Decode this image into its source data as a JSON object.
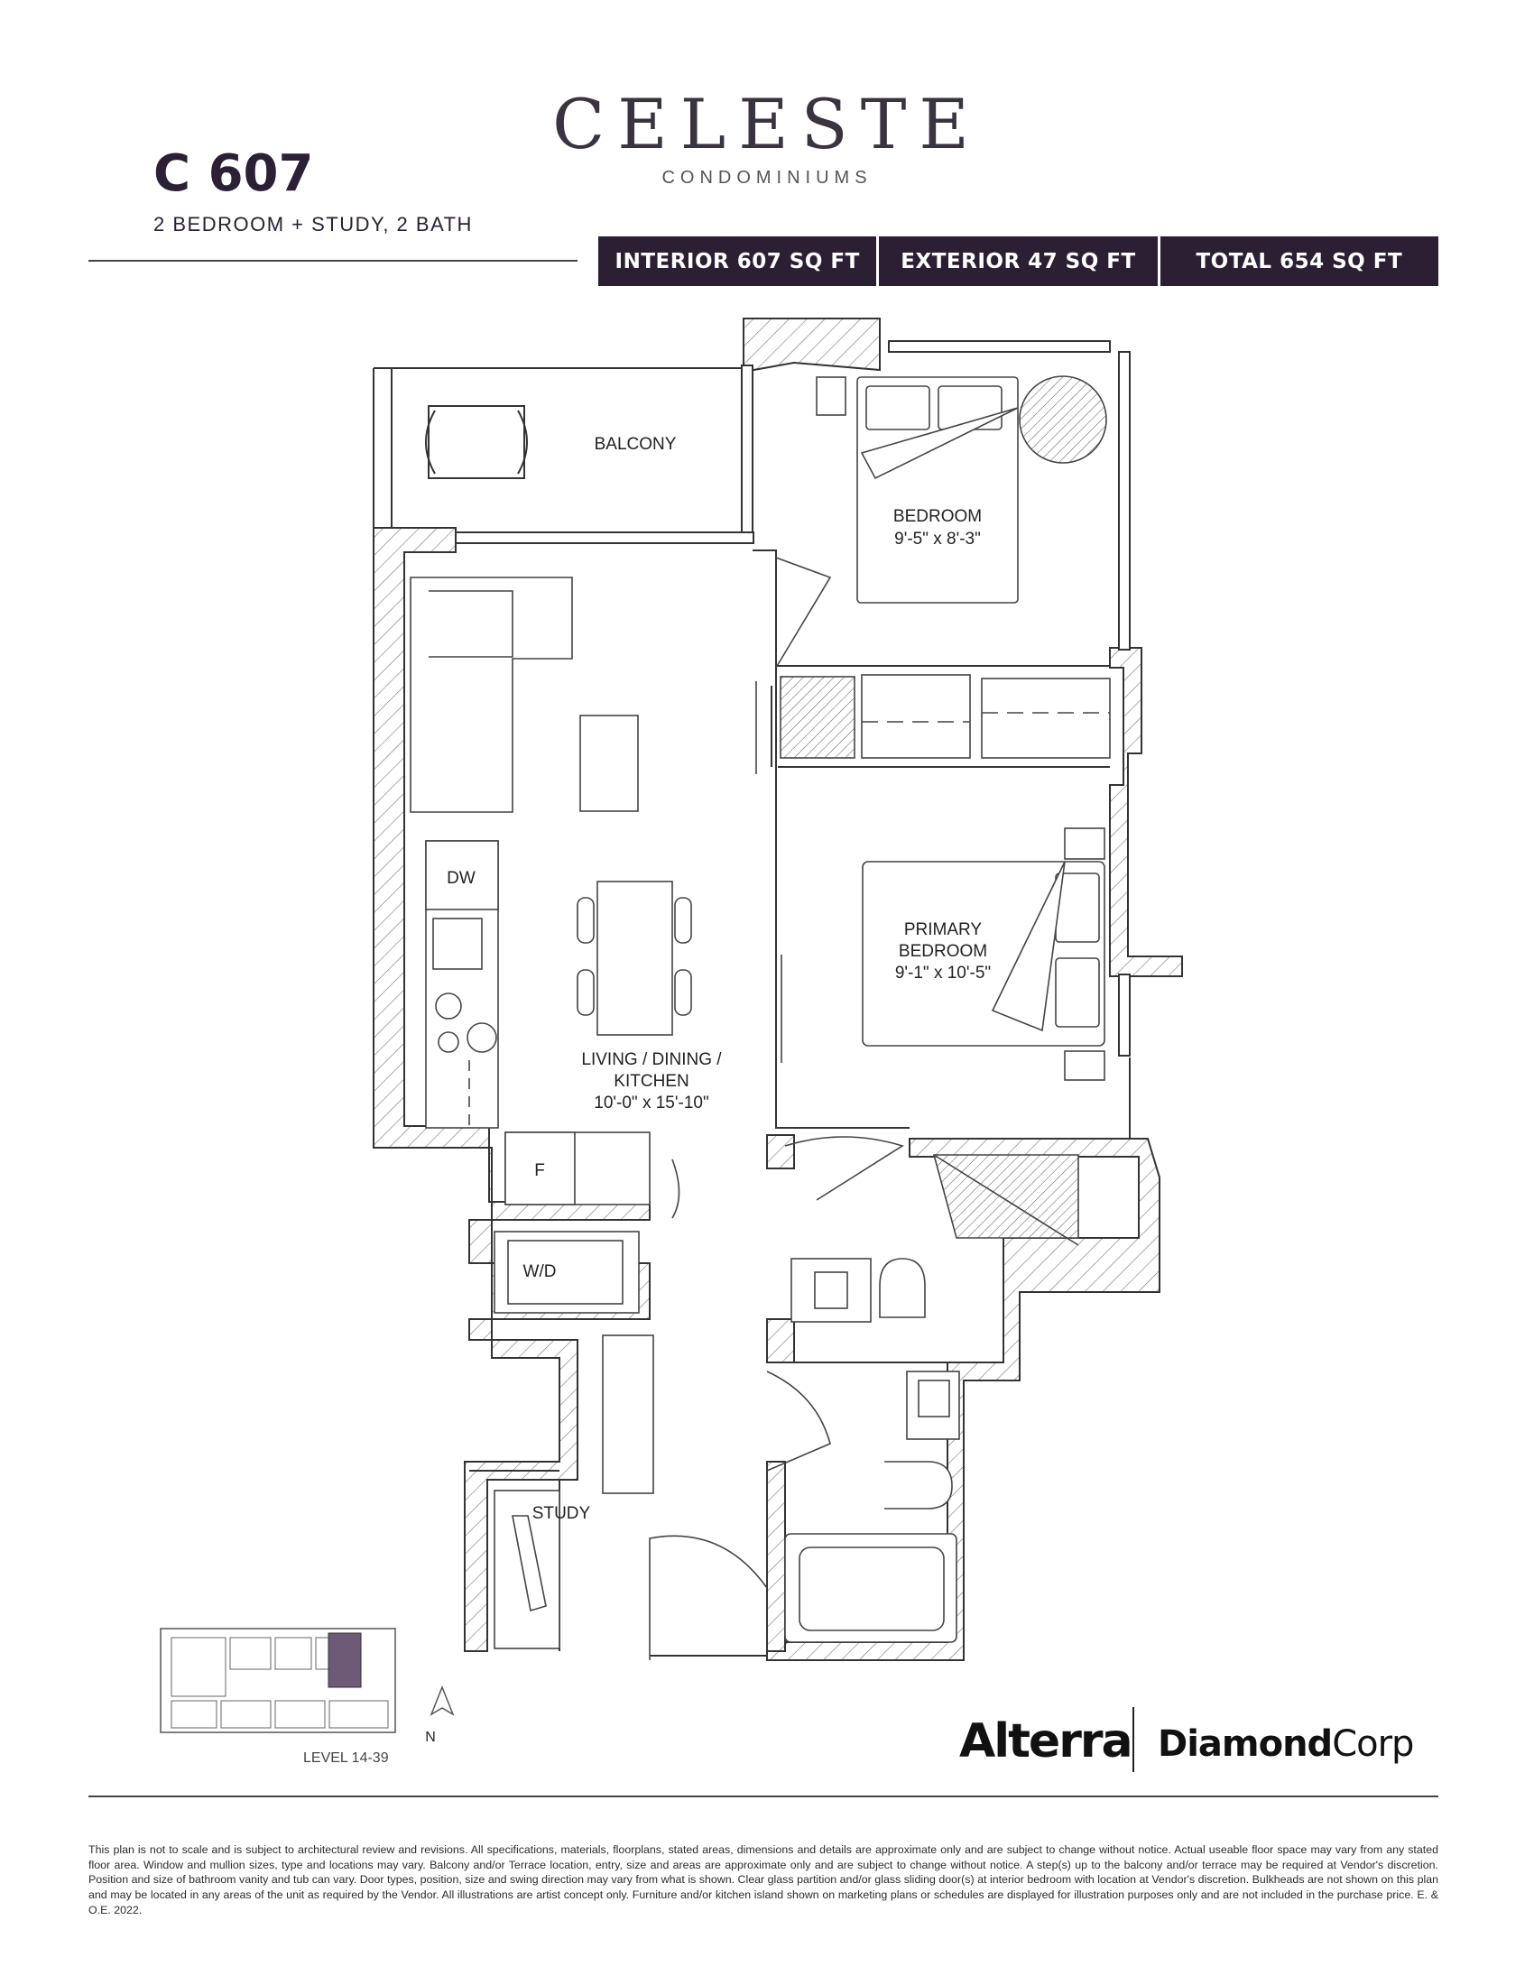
{
  "brand": {
    "name": "CELESTE",
    "subtitle": "CONDOMINIUMS"
  },
  "unit": {
    "title": "C 607",
    "subtitle": "2 BEDROOM + STUDY,  2 BATH"
  },
  "stats": {
    "interior": "INTERIOR 607 SQ FT",
    "exterior": "EXTERIOR 47 SQ FT",
    "total": "TOTAL 654 SQ FT"
  },
  "rooms": {
    "balcony": "BALCONY",
    "bedroom_name": "BEDROOM",
    "bedroom_size": "9'-5\" x 8'-3\"",
    "primary_name_1": "PRIMARY",
    "primary_name_2": "BEDROOM",
    "primary_size": "9'-1\" x 10'-5\"",
    "living_name_1": "LIVING / DINING /",
    "living_name_2": "KITCHEN",
    "living_size": "10'-0\" x 15'-10\"",
    "dw": "DW",
    "fridge": "F",
    "washer_dryer": "W/D",
    "study": "STUDY"
  },
  "keyplan": {
    "level": "LEVEL 14-39",
    "north": "N"
  },
  "logos": {
    "alterra": "Alterra",
    "diamond_bold": "Diamond",
    "diamond_light": "Corp"
  },
  "colors": {
    "accent": "#2c1e33",
    "keyplan_highlight": "#6d5a77"
  },
  "disclaimer": "This plan is not to scale and is subject to architectural review and revisions. All specifications, materials, floorplans, stated areas, dimensions and details are approximate only and are subject to change without notice. Actual useable floor space may vary from any stated floor area. Window and mullion sizes, type and locations may vary. Balcony and/or Terrace location, entry, size and areas are approximate only and are subject to change without notice.  A step(s) up to the balcony and/or terrace may be required at Vendor's discretion.  Position and size of bathroom vanity and tub can vary.  Door types, position, size and swing direction may vary from what is shown. Clear glass partition and/or glass sliding door(s) at interior bedroom with location at Vendor's discretion. Bulkheads are not shown on this plan and may be located in any areas of the unit as required by the Vendor. All illustrations are artist concept only. Furniture and/or kitchen island shown on marketing plans or schedules are displayed for illustration purposes only and are not included in the purchase price. E. & O.E. 2022."
}
